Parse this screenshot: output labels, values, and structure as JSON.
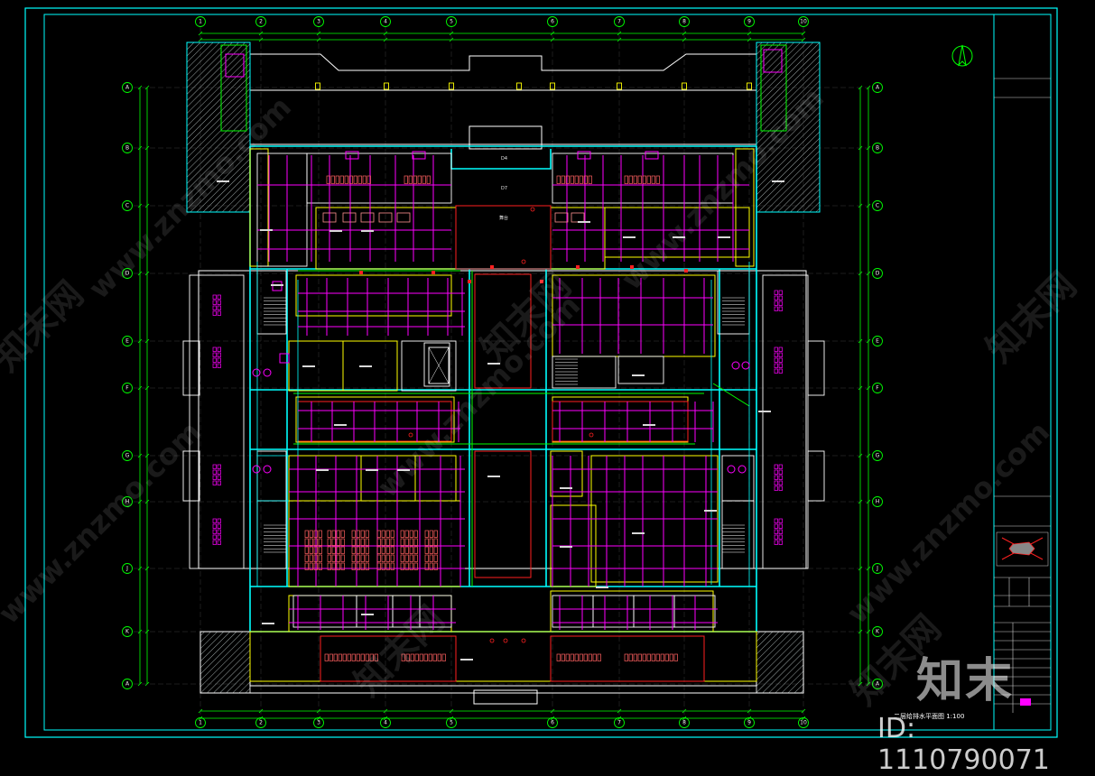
{
  "drawing": {
    "title": "二层给排水平面图 1:100",
    "grid_columns": [
      "1",
      "2",
      "3",
      "4",
      "5",
      "6",
      "7",
      "8",
      "9",
      "10"
    ],
    "grid_rows": [
      "A",
      "B",
      "C",
      "D",
      "E",
      "F",
      "G",
      "H",
      "J",
      "K"
    ],
    "labels": {
      "stair": "D4",
      "corridor": "D7",
      "stage": "舞台"
    }
  },
  "watermark": {
    "brand": "知末网",
    "site": "www.znzmo.com",
    "logo_text": "知末",
    "id_label": "ID: 1110790071"
  },
  "colors": {
    "background": "#000000",
    "frame": "#00ffff",
    "walls": "#ffffff",
    "pipes": "#ff00ff",
    "partitions": "#ffff00",
    "red": "#ff2020",
    "green": "#00ff00",
    "hatch": "#9aa4a4"
  }
}
